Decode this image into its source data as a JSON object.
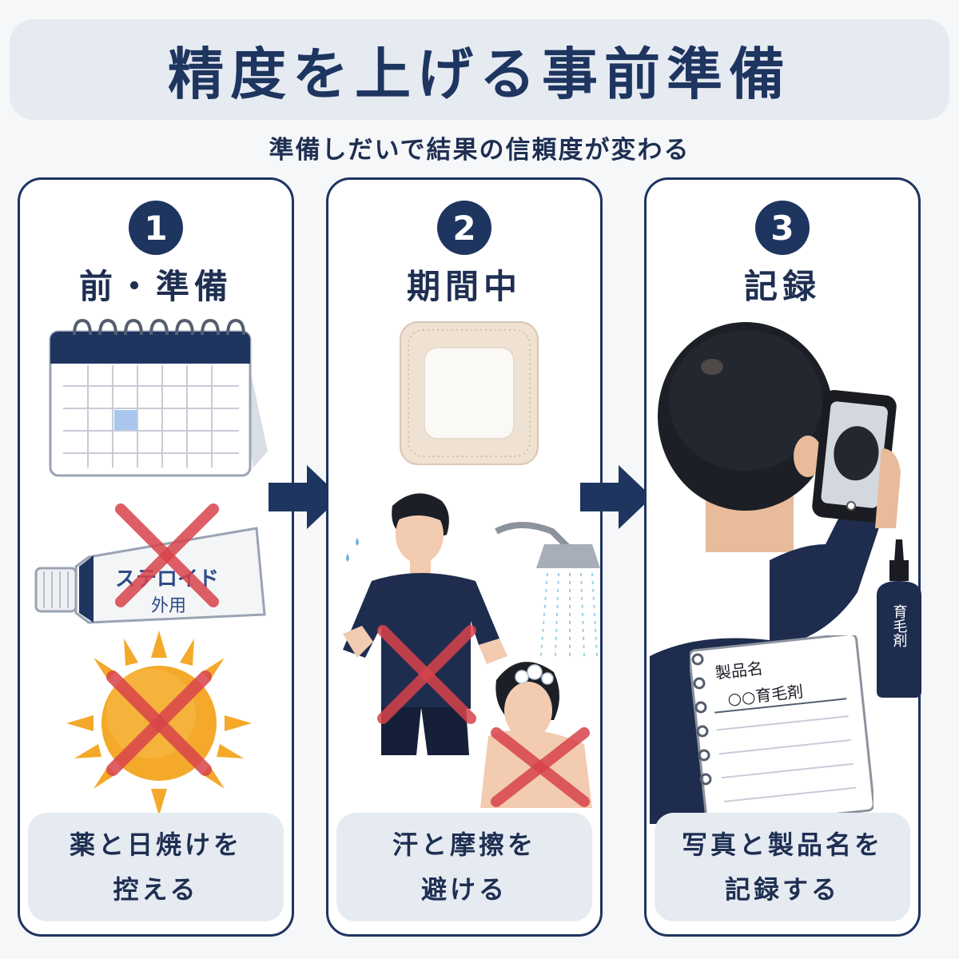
{
  "header": {
    "title": "精度を上げる事前準備",
    "subtitle": "準備しだいで結果の信頼度が変わる"
  },
  "steps": [
    {
      "number": "1",
      "title": "前・準備",
      "caption_line1": "薬と日焼けを",
      "caption_line2": "控える",
      "ointment_label": "ステロイド",
      "ointment_sub": "外用"
    },
    {
      "number": "2",
      "title": "期間中",
      "caption_line1": "汗と摩擦を",
      "caption_line2": "避ける"
    },
    {
      "number": "3",
      "title": "記録",
      "caption_line1": "写真と製品名を",
      "caption_line2": "記録する",
      "bottle_label": "育毛剤",
      "notebook_line1": "製品名",
      "notebook_line2": "○○育毛剤"
    }
  ],
  "colors": {
    "navy": "#1e3560",
    "light_panel": "#e6eaf1",
    "cross_red": "#d9434b",
    "sun_orange": "#f4a92a",
    "calendar_highlight": "#a9c6ef"
  },
  "icons": [
    "calendar-icon",
    "ointment-tube-icon",
    "sun-icon",
    "prohibit-cross-icon",
    "bandage-patch-icon",
    "runner-illustration",
    "shower-illustration",
    "phone-photo-illustration",
    "bottle-icon",
    "notebook-icon",
    "arrow-right-icon"
  ]
}
